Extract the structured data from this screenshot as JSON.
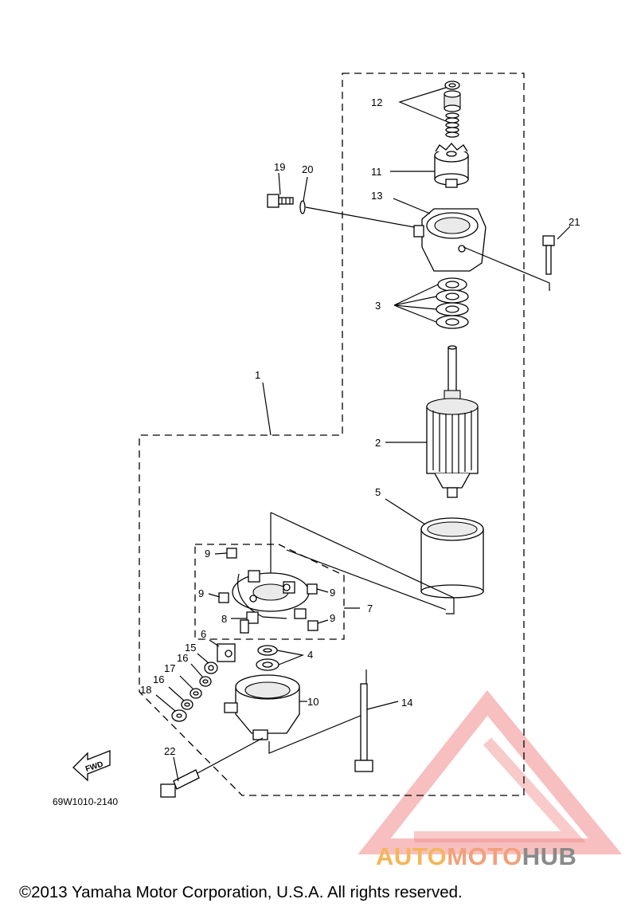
{
  "diagram": {
    "part_numbers": {
      "p1": "1",
      "p2": "2",
      "p3": "3",
      "p4": "4",
      "p5": "5",
      "p6": "6",
      "p7": "7",
      "p8": "8",
      "p9a": "9",
      "p9b": "9",
      "p9c": "9",
      "p9d": "9",
      "p10": "10",
      "p11": "11",
      "p12": "12",
      "p13": "13",
      "p14": "14",
      "p15": "15",
      "p16a": "16",
      "p16b": "16",
      "p17": "17",
      "p18": "18",
      "p19": "19",
      "p20": "20",
      "p21": "21",
      "p22": "22"
    },
    "fwd_label": "FWD",
    "diagram_code": "69W1010-2140"
  },
  "watermark": {
    "brand_part1": "AUTO",
    "brand_part2": "MOTO",
    "brand_part3": "HUB",
    "colors": {
      "triangle": "#f08a8a",
      "auto": "#f5b55a",
      "moto": "#f2a07a",
      "hub": "#8a8a8a"
    }
  },
  "footer": {
    "copyright": "©2013 Yamaha Motor Corporation, U.S.A. All rights reserved."
  }
}
